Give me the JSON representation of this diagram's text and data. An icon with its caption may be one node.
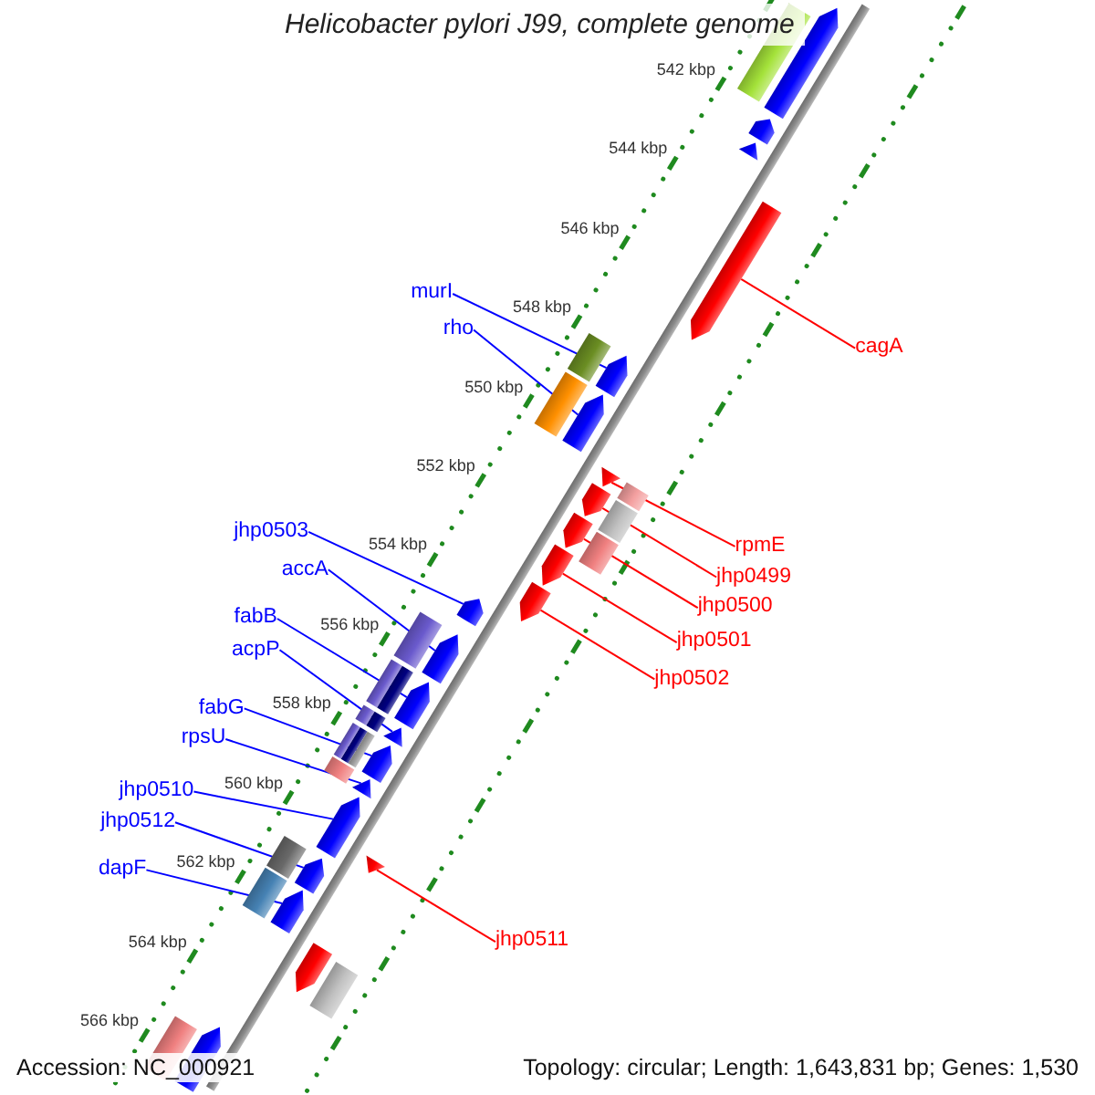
{
  "diagram": {
    "title": "Helicobacter pylori J99, complete genome",
    "nodes": [
      {
        "text": [
          "murI"
        ]
      },
      {
        "text": [
          "rho"
        ]
      },
      {
        "text": [
          "cagA"
        ]
      },
      {
        "text": [
          "jhp0503"
        ]
      },
      {
        "text": [
          "rpmE"
        ]
      },
      {
        "text": [
          "accA"
        ]
      },
      {
        "text": [
          "jhp0499"
        ]
      },
      {
        "text": [
          "fabB"
        ]
      },
      {
        "text": [
          "jhp0500"
        ]
      },
      {
        "text": [
          "acpP"
        ]
      },
      {
        "text": [
          "jhp0501"
        ]
      },
      {
        "text": [
          "fabG"
        ]
      },
      {
        "text": [
          "jhp0502"
        ]
      },
      {
        "text": [
          "rpsU"
        ]
      },
      {
        "text": [
          "jhp0510"
        ]
      },
      {
        "text": [
          "jhp0512"
        ]
      },
      {
        "text": [
          "dapF"
        ]
      },
      {
        "text": [
          "jhp0511"
        ]
      },
      {
        "text": [],
        "shape": "arrow"
      },
      {
        "text": [],
        "shape": "arrow"
      },
      {
        "text": [],
        "shape": "arrow"
      },
      {
        "text": [],
        "shape": "arrow"
      },
      {
        "text": [],
        "shape": "arrow"
      },
      {
        "text": [],
        "shape": "arrow"
      },
      {
        "text": [],
        "shape": "arrow"
      },
      {
        "text": [],
        "shape": "arrow"
      },
      {
        "text": [],
        "shape": "arrow"
      },
      {
        "text": [],
        "shape": "arrow"
      },
      {
        "text": [],
        "shape": "arrow"
      },
      {
        "text": [],
        "shape": "arrow"
      },
      {
        "text": [],
        "shape": "arrow"
      },
      {
        "text": [],
        "shape": "arrow"
      },
      {
        "text": [],
        "shape": "arrow"
      },
      {
        "text": [],
        "shape": "arrow"
      },
      {
        "text": [],
        "shape": "arrow"
      },
      {
        "text": [],
        "shape": "arrow"
      },
      {
        "text": [],
        "shape": "arrow"
      },
      {
        "text": [],
        "shape": "arrow"
      },
      {
        "text": [],
        "shape": "arrow"
      },
      {
        "text": [],
        "shape": "arrow"
      },
      {
        "text": [],
        "shape": "arrow"
      }
    ],
    "edges": [
      {
        "from": 0,
        "to": 22,
        "arrow": "none"
      },
      {
        "from": 1,
        "to": 23,
        "arrow": "none"
      },
      {
        "from": 2,
        "to": 21,
        "arrow": "none",
        "color": "#ff0000"
      },
      {
        "from": 3,
        "to": 29,
        "arrow": "none"
      },
      {
        "from": 4,
        "to": 24,
        "arrow": "none",
        "color": "#ff0000"
      },
      {
        "from": 5,
        "to": 30,
        "arrow": "none"
      },
      {
        "from": 6,
        "to": 25,
        "arrow": "none",
        "color": "#ff0000"
      },
      {
        "from": 7,
        "to": 31,
        "arrow": "none"
      },
      {
        "from": 8,
        "to": 26,
        "arrow": "none",
        "color": "#ff0000"
      },
      {
        "from": 9,
        "to": 32,
        "arrow": "none"
      },
      {
        "from": 10,
        "to": 27,
        "arrow": "none",
        "color": "#ff0000"
      },
      {
        "from": 11,
        "to": 33,
        "arrow": "none"
      },
      {
        "from": 12,
        "to": 28,
        "arrow": "none",
        "color": "#ff0000"
      },
      {
        "from": 13,
        "to": 34,
        "arrow": "none"
      },
      {
        "from": 14,
        "to": 35,
        "arrow": "none"
      },
      {
        "from": 15,
        "to": 37,
        "arrow": "none"
      },
      {
        "from": 16,
        "to": 38,
        "arrow": "none"
      },
      {
        "from": 17,
        "to": 36,
        "arrow": "none",
        "color": "#ff0000"
      }
    ],
    "labels": [
      "542 kbp",
      "544 kbp",
      "546 kbp",
      "548 kbp",
      "550 kbp",
      "552 kbp",
      "554 kbp",
      "556 kbp",
      "558 kbp",
      "560 kbp",
      "562 kbp",
      "564 kbp",
      "566 kbp",
      "Accession: NC_000921",
      "Topology: circular; Length: 1,643,831 bp; Genes: 1,530"
    ]
  }
}
